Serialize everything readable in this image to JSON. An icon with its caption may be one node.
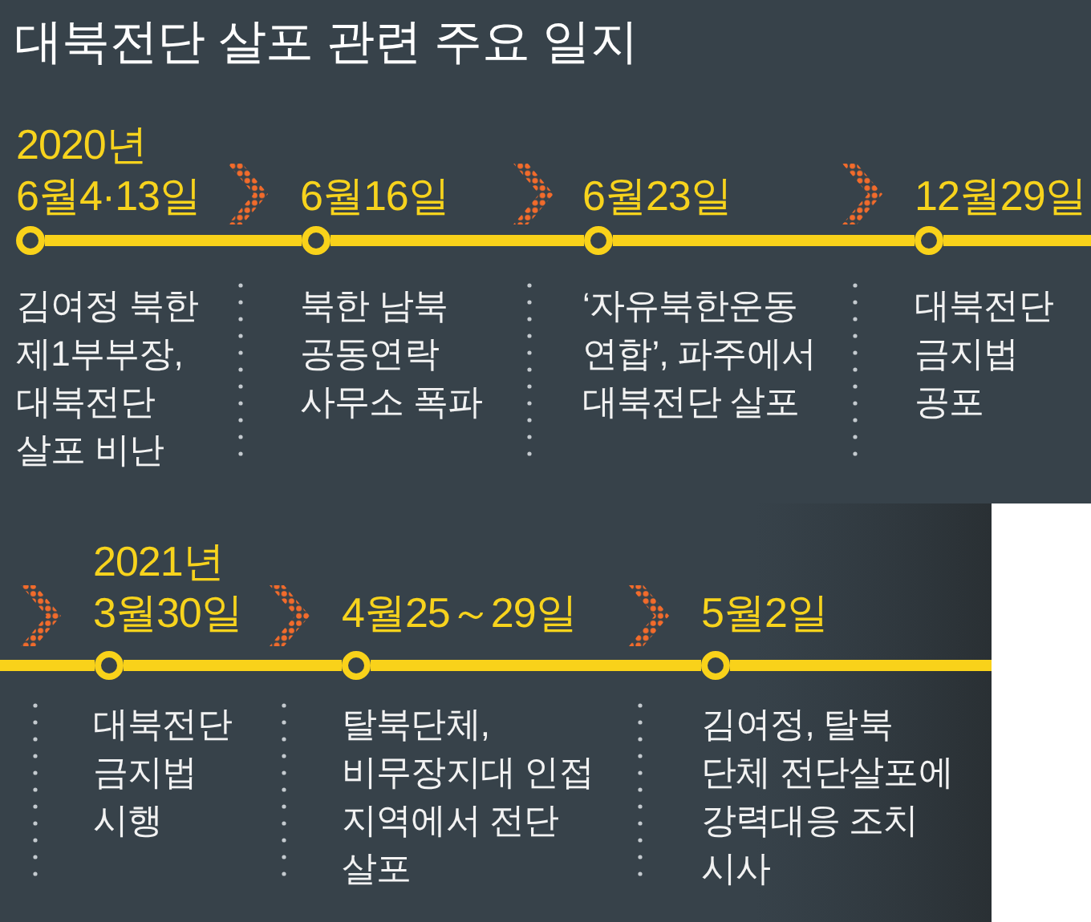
{
  "diagram": {
    "title": "대북전단 살포 관련 주요 일지",
    "nodes": [
      {
        "text": [],
        "shape": "circle",
        "beside": [
          "2020년 6월4·13일",
          "김여정 북한 제1부부장, 대북전단 살포 비난"
        ]
      },
      {
        "text": [],
        "shape": "circle",
        "beside": [
          "6월16일",
          "북한 남북 공동연락 사무소 폭파"
        ]
      },
      {
        "text": [],
        "shape": "circle",
        "beside": [
          "6월23일",
          "‘자유북한운동연합’, 파주에서 대북전단 살포"
        ]
      },
      {
        "text": [],
        "shape": "circle",
        "beside": [
          "12월29일",
          "대북전단 금지법 공포"
        ]
      },
      {
        "text": [],
        "shape": "circle",
        "beside": [
          "2021년 3월30일",
          "대북전단 금지법 시행"
        ]
      },
      {
        "text": [],
        "shape": "circle",
        "beside": [
          "4월25～29일",
          "탈북단체, 비무장지대 인접 지역에서 전단 살포"
        ]
      },
      {
        "text": [],
        "shape": "circle",
        "beside": [
          "5월2일",
          "김여정, 탈북 단체 전단살포에 강력대응 조치 시사"
        ]
      }
    ],
    "edges": [
      {
        "from": 0,
        "to": 1,
        "arrow": "none"
      },
      {
        "from": 1,
        "to": 2,
        "arrow": "none"
      },
      {
        "from": 2,
        "to": 3,
        "arrow": "none"
      },
      {
        "from": 3,
        "to": null,
        "arrow": "none"
      },
      {
        "from": null,
        "to": 4,
        "arrow": "none"
      },
      {
        "from": 4,
        "to": 5,
        "arrow": "none"
      },
      {
        "from": 5,
        "to": 6,
        "arrow": "none"
      },
      {
        "from": 6,
        "to": null,
        "arrow": "none"
      }
    ]
  }
}
